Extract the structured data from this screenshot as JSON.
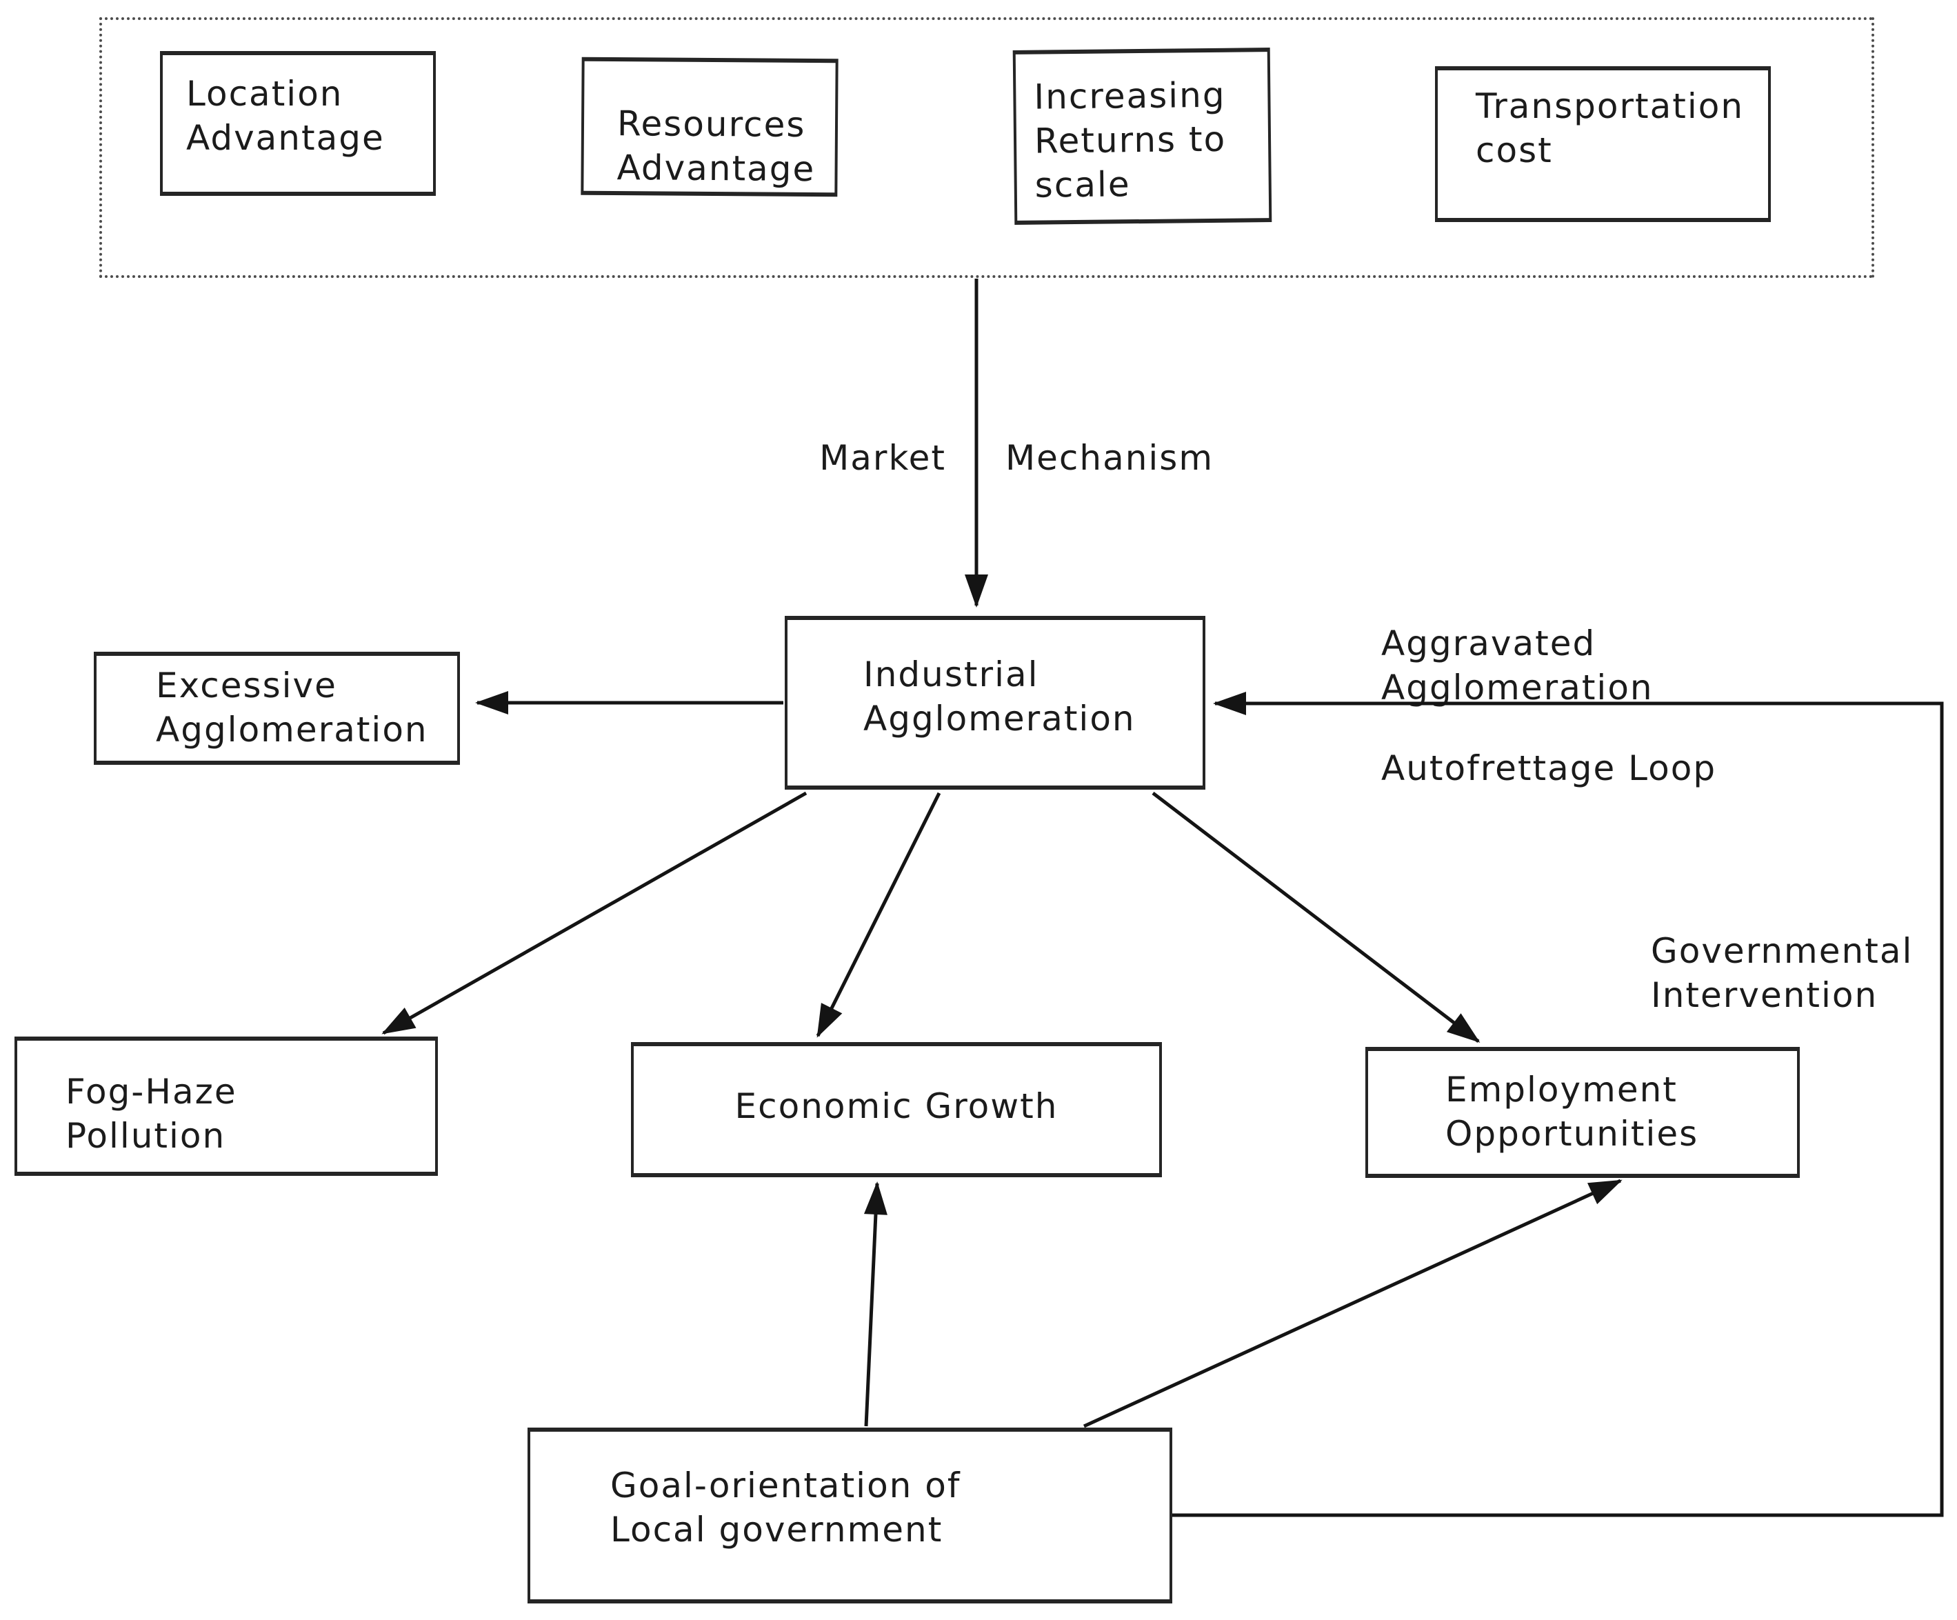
{
  "colors": {
    "ink": "#1b1b1b",
    "line": "#141414",
    "box_border": "#252525",
    "background": "#ffffff"
  },
  "panel": {
    "boxes": {
      "location": {
        "line1": "Location",
        "line2": "Advantage"
      },
      "resources": {
        "line1": "Resources",
        "line2": "Advantage"
      },
      "returns": {
        "line1": "Increasing",
        "line2": "Returns to",
        "line3": "scale"
      },
      "transport": {
        "line1": "Transportation",
        "line2": "cost"
      }
    }
  },
  "nodes": {
    "industrial": {
      "line1": "Industrial",
      "line2": "Agglomeration"
    },
    "excessive": {
      "line1": "Excessive",
      "line2": "Agglomeration"
    },
    "foghaze": {
      "line1": "Fog-Haze",
      "line2": "Pollution"
    },
    "economic": {
      "line1": "Economic Growth"
    },
    "employment": {
      "line1": "Employment",
      "line2": "Opportunities"
    },
    "goal": {
      "line1": "Goal-orientation of",
      "line2": "Local government"
    }
  },
  "edge_labels": {
    "market": "Market",
    "mechanism": "Mechanism",
    "aggravated_line1": "Aggravated",
    "aggravated_line2": "Agglomeration",
    "autofrettage": "Autofrettage Loop",
    "governmental_line1": "Governmental",
    "governmental_line2": "Intervention"
  }
}
